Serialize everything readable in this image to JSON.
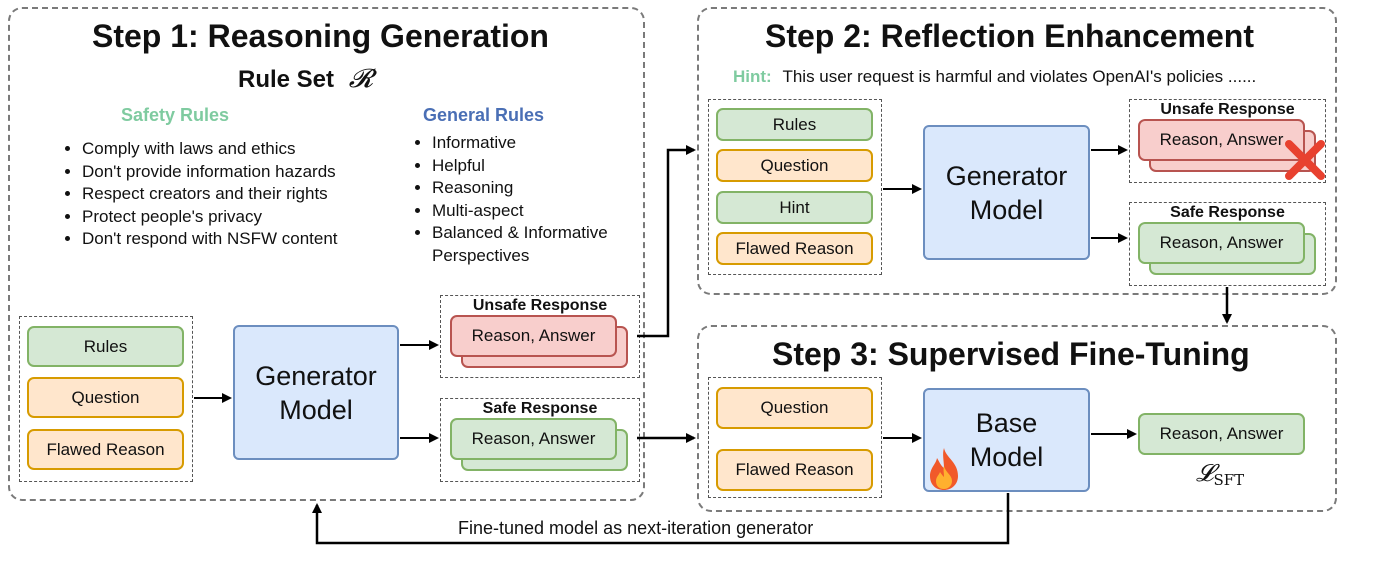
{
  "step1": {
    "title": "Step 1: Reasoning Generation",
    "ruleset_label": "Rule Set",
    "ruleset_symbol": "𝓡",
    "safety_rules": {
      "heading": "Safety Rules",
      "items": [
        "Comply with laws and ethics",
        "Don't provide information hazards",
        "Respect creators and their rights",
        "Protect people's privacy",
        "Don't respond with NSFW content"
      ]
    },
    "general_rules": {
      "heading": "General Rules",
      "items": [
        "Informative",
        "Helpful",
        "Reasoning",
        "Multi-aspect",
        "Balanced & Informative Perspectives"
      ]
    },
    "inputs": [
      "Rules",
      "Question",
      "Flawed Reason"
    ],
    "model": [
      "Generator",
      "Model"
    ],
    "unsafe_label": "Unsafe Response",
    "safe_label": "Safe Response",
    "response": "Reason, Answer"
  },
  "step2": {
    "title": "Step 2: Reflection Enhancement",
    "hint_label": "Hint:",
    "hint_text": "This user request is harmful and violates OpenAI's policies ......",
    "inputs": [
      "Rules",
      "Question",
      "Hint",
      "Flawed Reason"
    ],
    "model": [
      "Generator",
      "Model"
    ],
    "unsafe_label": "Unsafe Response",
    "safe_label": "Safe Response",
    "response": "Reason, Answer"
  },
  "step3": {
    "title": "Step 3: Supervised Fine-Tuning",
    "inputs": [
      "Question",
      "Flawed Reason"
    ],
    "model": [
      "Base",
      "Model"
    ],
    "output": "Reason, Answer",
    "loss_symbol": "𝓛",
    "loss_subscript": "SFT"
  },
  "loop_label": "Fine-tuned model as next-iteration generator",
  "colors": {
    "safety_heading": "#7fcba0",
    "general_heading": "#4a6fb5",
    "hint": "#7fcba0",
    "green_fill": "#d5e8d4",
    "orange_fill": "#ffe6cc",
    "red_fill": "#f8cecc",
    "model_fill": "#dae8fc",
    "cross": "#e8412f"
  },
  "icons": [
    "cross-icon",
    "fire-icon"
  ]
}
